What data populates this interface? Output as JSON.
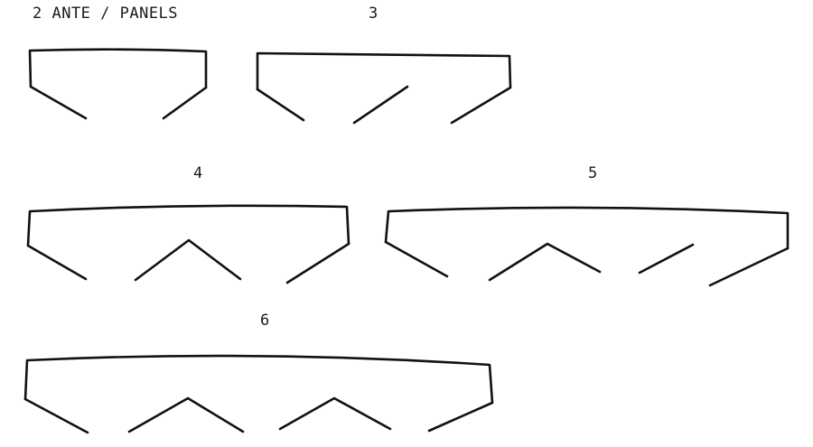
{
  "title": "2 ANTE / PANELS",
  "diagrams": [
    {
      "id": "three",
      "label": "3"
    },
    {
      "id": "four",
      "label": "4"
    },
    {
      "id": "five",
      "label": "5"
    },
    {
      "id": "six",
      "label": "6"
    }
  ]
}
